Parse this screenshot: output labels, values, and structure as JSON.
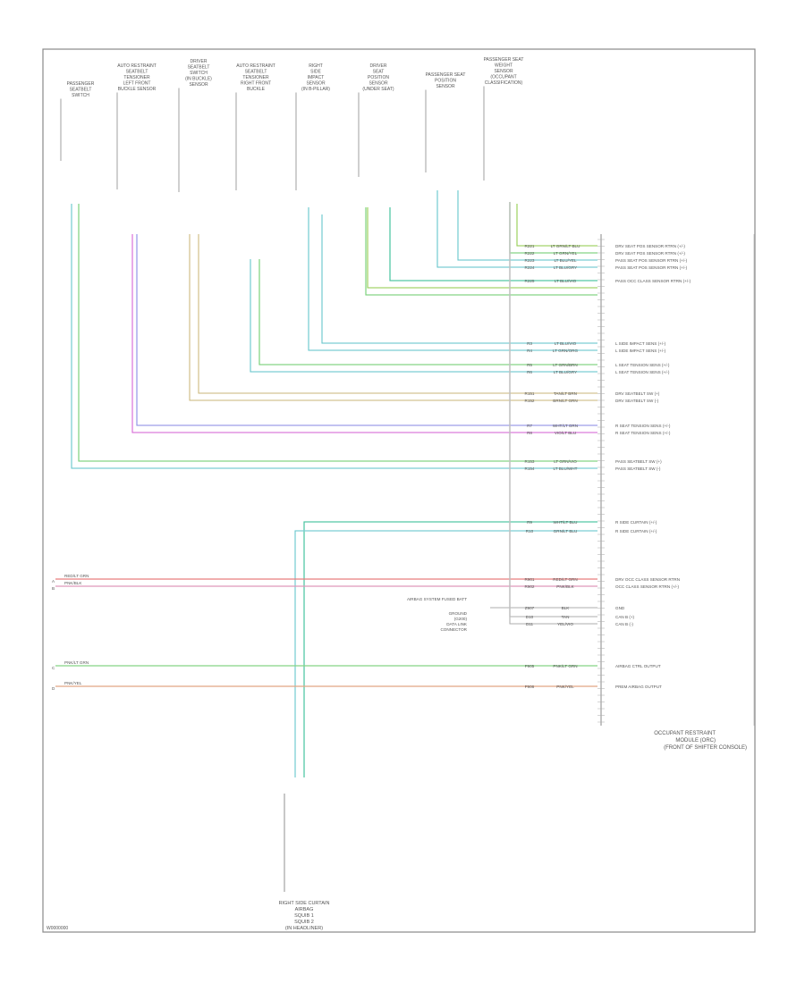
{
  "diagram": {
    "figure_ref": "W0000000",
    "module_label": [
      "OCCUPANT RESTRAINT",
      "MODULE (ORC)",
      "(FRONT OF SHIFTER CONSOLE)"
    ],
    "bottom_component_label": [
      "RIGHT SIDE CURTAIN",
      "AIRBAG",
      "SQUIB 1",
      "SQUIB 2",
      "(IN HEADLINER)"
    ],
    "components": [
      {
        "label": [
          "PASSENGER",
          "SEATBELT",
          "SWITCH"
        ]
      },
      {
        "label": [
          "AUTO RESTRAINT",
          "SEATBELT",
          "TENSIONER",
          "LEFT FRONT",
          "BUCKLE SENSOR"
        ]
      },
      {
        "label": [
          "DRIVER",
          "SEATBELT",
          "SWITCH",
          "(IN BUCKLE)",
          "SENSOR"
        ]
      },
      {
        "label": [
          "AUTO RESTRAINT",
          "SEATBELT",
          "TENSIONER",
          "RIGHT FRONT",
          "BUCKLE"
        ]
      },
      {
        "label": [
          "RIGHT",
          "SIDE",
          "IMPACT",
          "SENSOR",
          "(IN B-PILLAR)"
        ]
      },
      {
        "label": [
          "DRIVER",
          "SEAT",
          "POSITION",
          "SENSOR",
          "(UNDER SEAT)"
        ]
      },
      {
        "label": [
          "PASSENGER SEAT",
          "POSITION",
          "SENSOR"
        ]
      },
      {
        "label": [
          "PASSENGER SEAT",
          "WEIGHT",
          "SENSOR",
          "(OCCUPANT",
          "CLASSIFICATION)"
        ]
      }
    ],
    "module_pins": [
      {
        "circuit": "R221",
        "color": "LT GRN/LT BLU",
        "desc": "DRV SEAT POS SENSOR RTRN (+/-)"
      },
      {
        "circuit": "R222",
        "color": "LT GRN/YEL",
        "desc": "DRV SEAT POS SENSOR RTRN (+/-)"
      },
      {
        "circuit": "R223",
        "color": "LT BLU/YEL",
        "desc": "PASS SEAT POS SENSOR RTRN (+/-)"
      },
      {
        "circuit": "R224",
        "color": "LT BLU/GRY",
        "desc": "PASS SEAT POS SENSOR RTRN (+/-)"
      },
      {
        "circuit": "R225",
        "color": "LT BLU/VIO",
        "desc": "PASS OCC CLASS SENSOR RTRN (+/-)"
      },
      {
        "circuit": "R3",
        "color": "LT BLU/VIO",
        "desc": "L SIDE IMPACT SENS (+/-)"
      },
      {
        "circuit": "R4",
        "color": "LT GRN/ORG",
        "desc": "L SIDE IMPACT SENS (+/-)"
      },
      {
        "circuit": "R5",
        "color": "LT GRN/BRN",
        "desc": "L SEAT TENSION SENS (+/-)"
      },
      {
        "circuit": "R6",
        "color": "LT BLU/GRY",
        "desc": "L SEAT TENSION SENS (+/-)"
      },
      {
        "circuit": "R151",
        "color": "TAN/LT BRN",
        "desc": "DRV SEATBELT SW (+)"
      },
      {
        "circuit": "R152",
        "color": "BRN/LT GRN",
        "desc": "DRV SEATBELT SW (-)"
      },
      {
        "circuit": "R7",
        "color": "WHT/LT GRN",
        "desc": "R SEAT TENSION SENS (+/-)"
      },
      {
        "circuit": "R8",
        "color": "VIO/LT BLU",
        "desc": "R SEAT TENSION SENS (+/-)"
      },
      {
        "circuit": "R153",
        "color": "LT GRN/VIO",
        "desc": "PASS SEATBELT SW (+)"
      },
      {
        "circuit": "R154",
        "color": "LT BLU/WHT",
        "desc": "PASS SEATBELT SW (-)"
      },
      {
        "circuit": "R9",
        "color": "WHT/LT BLU",
        "desc": "R SIDE CURTAIN (+/-)"
      },
      {
        "circuit": "R10",
        "color": "GRN/LT BLU",
        "desc": "R SIDE CURTAIN (+/-)"
      },
      {
        "circuit": "R901",
        "color": "RED/LT GRN",
        "desc": "DRV OCC CLASS SENSOR RTRN"
      },
      {
        "circuit": "R902",
        "color": "PNK/BLK",
        "desc": "OCC CLASS SENSOR RTRN (+/-)"
      },
      {
        "circuit": "Z907",
        "color": "BLK",
        "desc": "GND"
      },
      {
        "circuit": "D10",
        "color": "TAN",
        "desc": "CAN B (+)"
      },
      {
        "circuit": "D11",
        "color": "YEL/VIO",
        "desc": "CAN B (-)"
      },
      {
        "circuit": "F905",
        "color": "PNK/LT GRN",
        "desc": "AIRBAG CTRL OUTPUT"
      },
      {
        "circuit": "F906",
        "color": "PNK/YEL",
        "desc": "PREM AIRBAG OUTPUT"
      }
    ],
    "left_inputs": [
      {
        "label": "RED/LT GRN",
        "mark": "A"
      },
      {
        "label": "PNK/BLK",
        "mark": "B"
      },
      {
        "label": "PNK/LT GRN",
        "mark": "C"
      },
      {
        "label": "PNK/YEL",
        "mark": "D"
      }
    ],
    "splice_labels": [
      {
        "text": "AIRBAG SYSTEM FUSED BATT"
      },
      {
        "text": "GROUND",
        "text2": "(G200)"
      },
      {
        "text": "DATA LINK",
        "text2": "CONNECTOR"
      }
    ],
    "wire_colors": {
      "green": "#8be88b",
      "cyan": "#7fe0e6",
      "lime": "#aee86a",
      "teal": "#4fd8b0",
      "tan": "#e8d49a",
      "magenta": "#f080f0",
      "violet": "#a6a6ff",
      "red": "#ff8080",
      "pink": "#f4a0c8",
      "orange": "#f8b088",
      "gray": "#cccccc"
    }
  }
}
